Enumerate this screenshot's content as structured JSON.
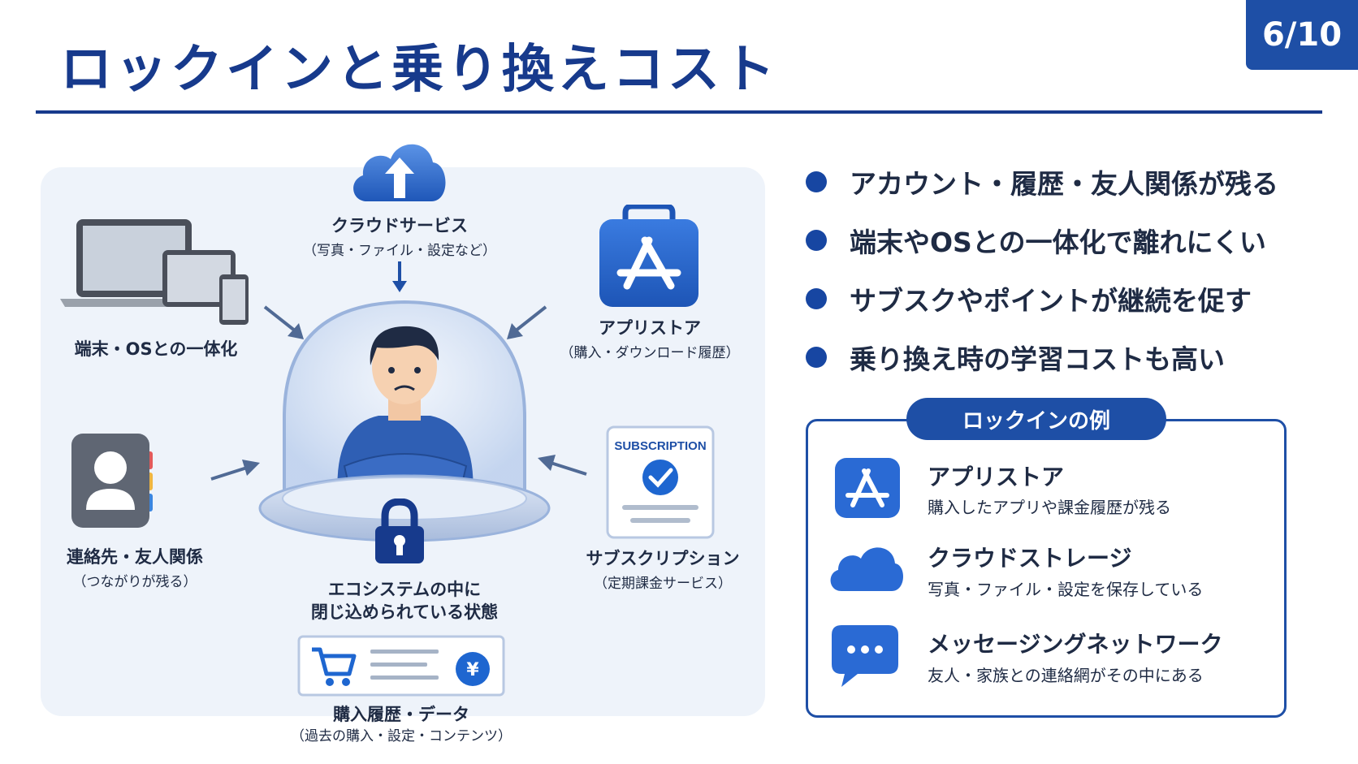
{
  "header": {
    "title": "ロックインと乗り換えコスト",
    "page_number": "6/10"
  },
  "diagram": {
    "cloud": {
      "label": "クラウドサービス",
      "sub": "（写真・ファイル・設定など）"
    },
    "devices": {
      "label": "端末・OSとの一体化"
    },
    "appstore": {
      "label": "アプリストア",
      "sub": "（購入・ダウンロード履歴）"
    },
    "contacts": {
      "label": "連絡先・友人関係",
      "sub": "（つながりが残る）"
    },
    "subscription": {
      "label": "サブスクリプション",
      "sub": "（定期課金サービス）",
      "card_text": "SUBSCRIPTION"
    },
    "center": {
      "line1": "エコシステムの中に",
      "line2": "閉じ込められている状態"
    },
    "purchase": {
      "label": "購入履歴・データ",
      "sub": "（過去の購入・設定・コンテンツ）",
      "currency": "¥"
    }
  },
  "bullets": [
    "アカウント・履歴・友人関係が残る",
    "端末やOSとの一体化で離れにくい",
    "サブスクやポイントが継続を促す",
    "乗り換え時の学習コストも高い"
  ],
  "examples": {
    "tag": "ロックインの例",
    "items": [
      {
        "icon": "app-store-icon",
        "title": "アプリストア",
        "desc": "購入したアプリや課金履歴が残る"
      },
      {
        "icon": "cloud-icon",
        "title": "クラウドストレージ",
        "desc": "写真・ファイル・設定を保存している"
      },
      {
        "icon": "chat-bubble-icon",
        "title": "メッセージングネットワーク",
        "desc": "友人・家族との連絡網がその中にある"
      }
    ]
  },
  "colors": {
    "primary": "#1e4fa6",
    "title": "#173a8c",
    "panel": "#eef3fa",
    "text": "#1f2b44"
  }
}
